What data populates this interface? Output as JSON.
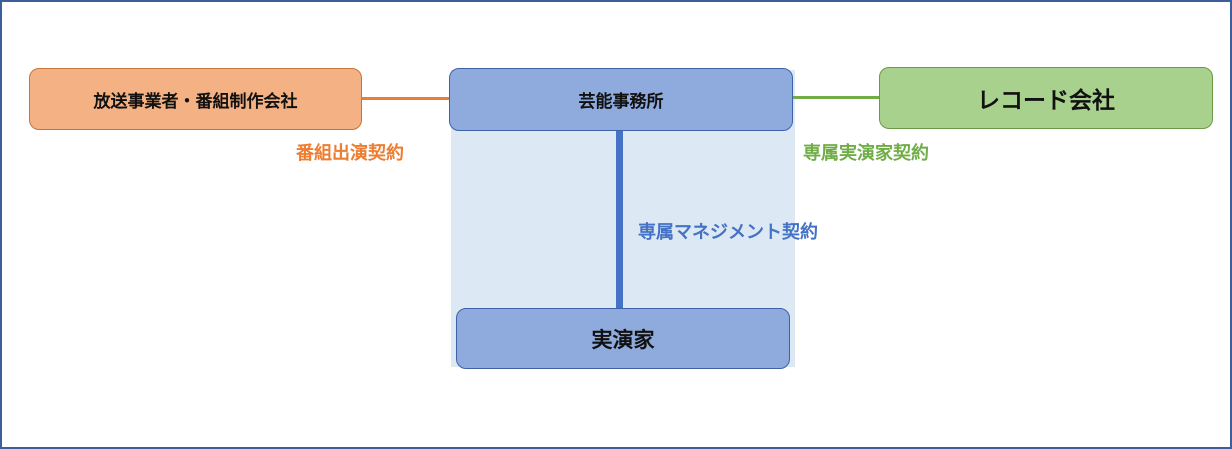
{
  "diagram": {
    "nodes": {
      "broadcaster": "放送事業者・番組制作会社",
      "agency": "芸能事務所",
      "record_company": "レコード会社",
      "performer": "実演家"
    },
    "edges": {
      "program_appearance": "番組出演契約",
      "exclusive_performer": "専属実演家契約",
      "exclusive_management": "専属マネジメント契約"
    },
    "colors": {
      "orange": "#ed7d31",
      "green": "#70ad47",
      "blue": "#4472c4",
      "orange_fill": "#f4b183",
      "green_fill": "#a9d18e",
      "blue_fill": "#8faadc",
      "shade": "#dde8f5"
    }
  }
}
